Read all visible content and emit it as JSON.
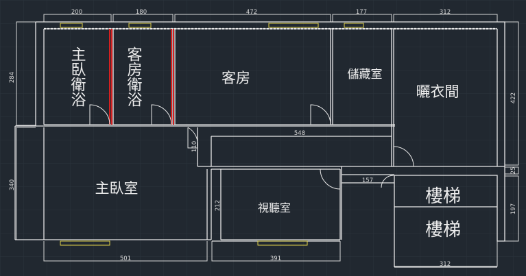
{
  "rooms": {
    "master_bath": "主臥衛浴",
    "guest_bath": "客房衛浴",
    "guest_room": "客房",
    "storage": "儲藏室",
    "laundry": "曬衣間",
    "master_bedroom": "主臥室",
    "av_room": "視聽室",
    "stairs_upper": "樓梯",
    "stairs_lower": "樓梯"
  },
  "dimensions": {
    "top_200": "200",
    "top_180": "180",
    "top_472": "472",
    "top_177": "177",
    "top_312": "312",
    "left_284": "284",
    "left_340": "340",
    "right_422": "422",
    "right_25": "25",
    "right_197": "197",
    "corridor_548": "548",
    "corridor_110": "110",
    "stair_157": "157",
    "av_212": "212",
    "bottom_501": "501",
    "bottom_391": "391",
    "bottom_312": "312"
  },
  "colors": {
    "background": "#212830",
    "grid": "#2b333d",
    "wall": "#e8e8e8",
    "window": "#e3d44a",
    "partition": "#d42020"
  }
}
